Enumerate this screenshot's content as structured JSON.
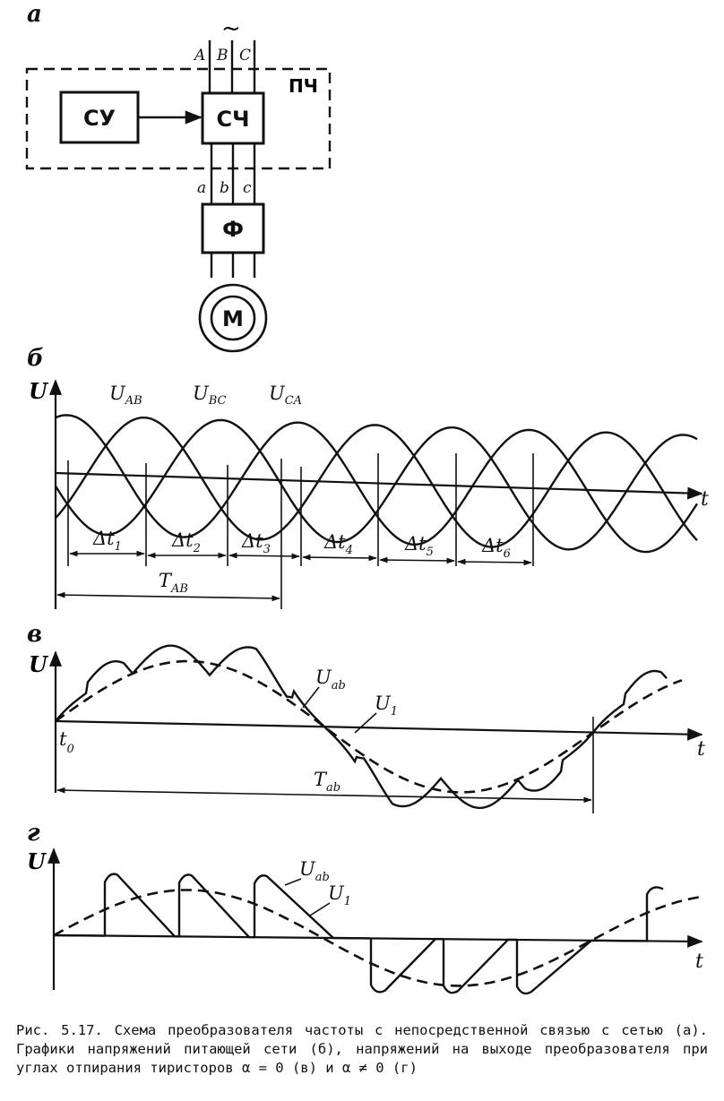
{
  "panels": {
    "a": "а",
    "b": "б",
    "v": "в",
    "g": "г"
  },
  "scheme": {
    "supply_symbol": "~",
    "phases_in": [
      "A",
      "B",
      "C"
    ],
    "phases_out": [
      "a",
      "b",
      "c"
    ],
    "frame_label": "ПЧ",
    "control_box": "СУ",
    "switch_box": "СЧ",
    "filter_box": "Ф",
    "motor": "М"
  },
  "graph_b": {
    "axis_y": "U",
    "axis_x": "t",
    "curves": [
      {
        "main": "U",
        "sub": "AB"
      },
      {
        "main": "U",
        "sub": "BC"
      },
      {
        "main": "U",
        "sub": "CA"
      }
    ],
    "intervals": [
      {
        "main": "Δt",
        "sub": "1"
      },
      {
        "main": "Δt",
        "sub": "2"
      },
      {
        "main": "Δt",
        "sub": "3"
      },
      {
        "main": "Δt",
        "sub": "4"
      },
      {
        "main": "Δt",
        "sub": "5"
      },
      {
        "main": "Δt",
        "sub": "6"
      }
    ],
    "period": {
      "main": "T",
      "sub": "AB"
    }
  },
  "graph_v": {
    "axis_y": "U",
    "axis_x": "t",
    "origin": {
      "main": "t",
      "sub": "0"
    },
    "curve_out": {
      "main": "U",
      "sub": "ab"
    },
    "curve_first": {
      "main": "U",
      "sub": "1"
    },
    "period": {
      "main": "T",
      "sub": "ab"
    }
  },
  "graph_g": {
    "axis_y": "U",
    "axis_x": "t",
    "curve_out": {
      "main": "U",
      "sub": "ab"
    },
    "curve_first": {
      "main": "U",
      "sub": "1"
    }
  },
  "caption": "Рис. 5.17. Схема преобразователя частоты с непосредственной связью с сетью (а). Графики напряжений питающей сети (б), напряжений на выходе преобразователя при углах отпирания тиристоров α = 0 (в) и α ≠ 0 (г)"
}
